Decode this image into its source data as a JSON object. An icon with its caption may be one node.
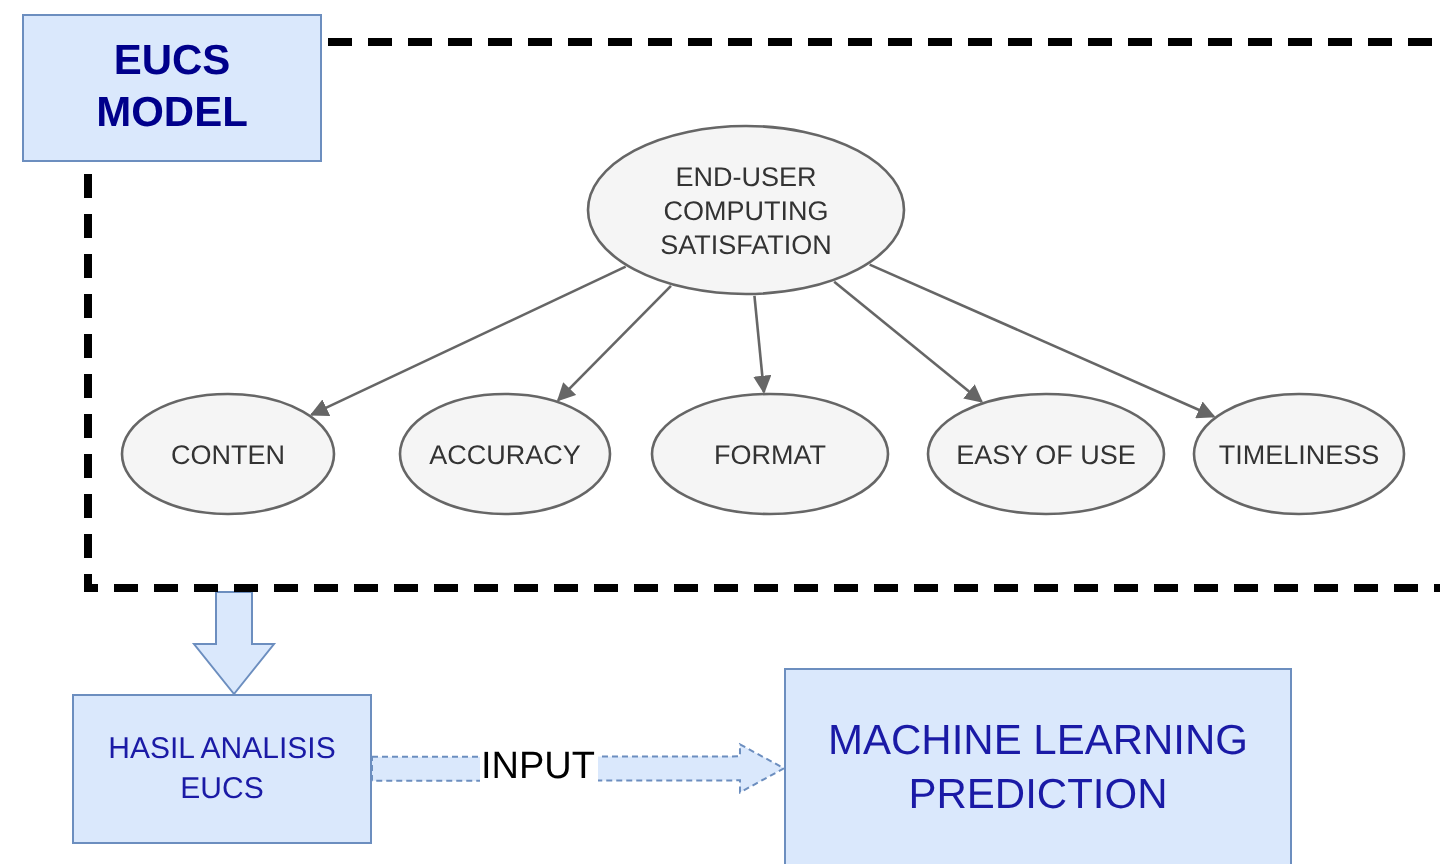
{
  "diagram": {
    "nodes": [
      {
        "text": [
          "EUCS MODEL"
        ]
      },
      {
        "text": [],
        "shape": "box"
      },
      {
        "text": [
          "END-USER COMPUTING SATISFATION"
        ],
        "in": 1
      },
      {
        "text": [
          "CONTEN"
        ],
        "in": 1
      },
      {
        "text": [
          "ACCURACY"
        ],
        "in": 1
      },
      {
        "text": [
          "FORMAT"
        ],
        "in": 1
      },
      {
        "text": [
          "EASY OF USE"
        ],
        "in": 1
      },
      {
        "text": [
          "TIMELINESS"
        ],
        "in": 1
      },
      {
        "text": [
          "HASIL ANALISIS EUCS"
        ]
      },
      {
        "text": [
          "MACHINE LEARNING PREDICTION"
        ]
      }
    ],
    "edges": [
      {
        "from": 2,
        "to": 3,
        "arrow": "to"
      },
      {
        "from": 2,
        "to": 4,
        "arrow": "to"
      },
      {
        "from": 2,
        "to": 5,
        "arrow": "to"
      },
      {
        "from": 2,
        "to": 6,
        "arrow": "to"
      },
      {
        "from": 2,
        "to": 7,
        "arrow": "to"
      },
      {
        "from": 1,
        "to": 8,
        "arrow": "to",
        "style": "thick",
        "color": "#dae8fc"
      },
      {
        "from": 8,
        "to": 9,
        "arrow": "to",
        "label": "INPUT",
        "style": "dashed",
        "color": "#dae8fc"
      }
    ]
  }
}
